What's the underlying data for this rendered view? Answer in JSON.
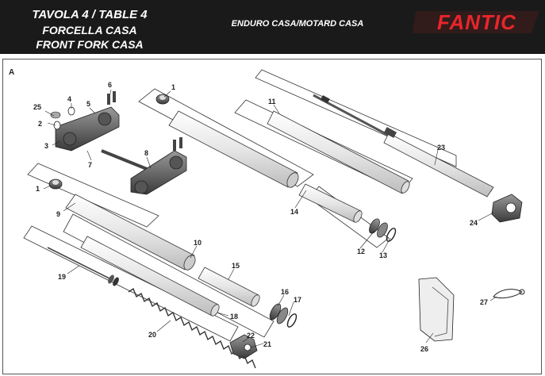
{
  "header": {
    "title_line1": "TAVOLA 4 / TABLE 4",
    "title_line2": "FORCELLA CASA",
    "title_line3": "FRONT FORK CASA",
    "subtitle": "ENDURO CASA/MOTARD CASA",
    "brand": "FANTIC",
    "brand_color": "#e8262b"
  },
  "diagram": {
    "section": "A",
    "callouts": {
      "c1a": "1",
      "c1b": "1",
      "c2": "2",
      "c3": "3",
      "c4": "4",
      "c5": "5",
      "c6": "6",
      "c7": "7",
      "c8": "8",
      "c9": "9",
      "c10": "10",
      "c11": "11",
      "c12": "12",
      "c13": "13",
      "c14": "14",
      "c15": "15",
      "c16": "16",
      "c17": "17",
      "c18": "18",
      "c19": "19",
      "c20": "20",
      "c21": "21",
      "c22": "22",
      "c23": "23",
      "c24": "24",
      "c25": "25",
      "c26": "26",
      "c27": "27"
    }
  }
}
